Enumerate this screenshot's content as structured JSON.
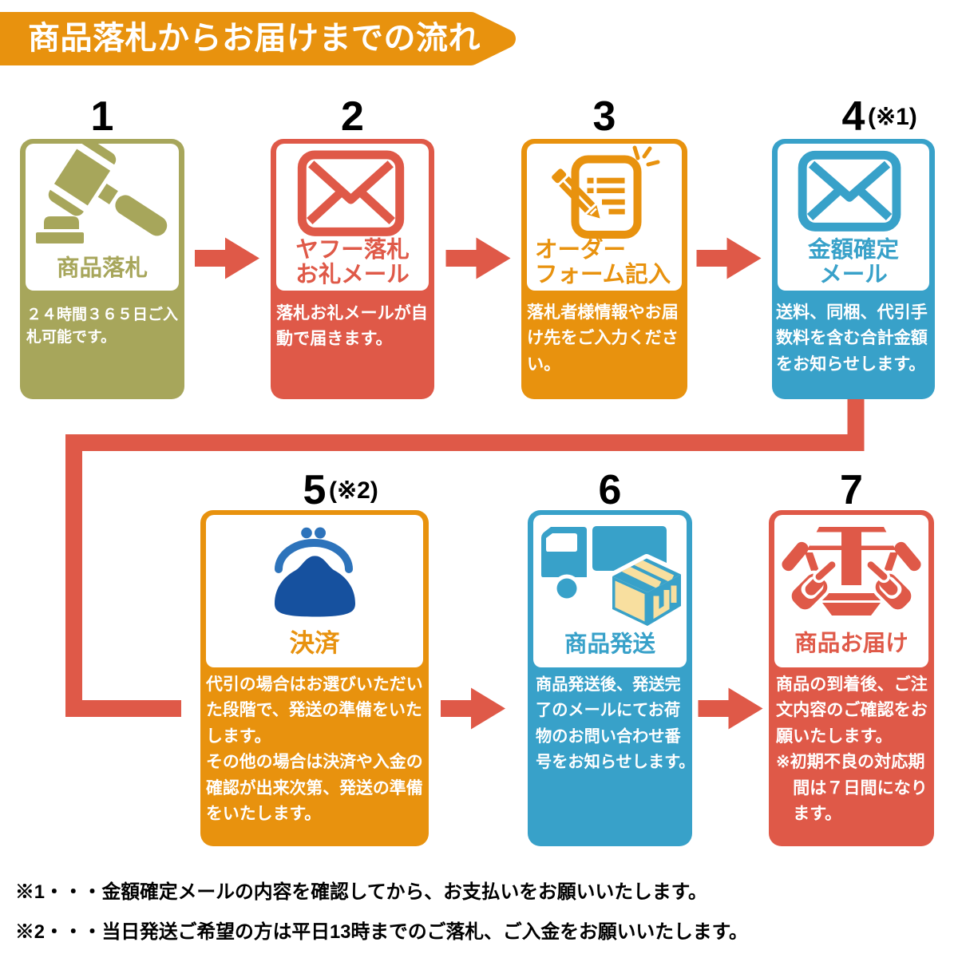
{
  "banner": {
    "title": "商品落札からお届けまでの流れ"
  },
  "palette": {
    "olive": "#A7A65B",
    "red": "#DF5948",
    "orange": "#E8920E",
    "blue": "#38A1C9",
    "purse_body": "#16519F",
    "purse_frame": "#2D73BB",
    "cream": "#F8DF9F",
    "black": "#000000",
    "white": "#FFFFFF"
  },
  "steps": [
    {
      "number": "1",
      "note": "",
      "color": "#A7A65B",
      "icon": "gavel-icon",
      "title": "商品落札",
      "desc": "２４時間３６５日ご入\n札可能です。"
    },
    {
      "number": "2",
      "note": "",
      "color": "#DF5948",
      "icon": "mail-icon",
      "title": "ヤフー落札\nお礼メール",
      "desc": "落札お礼メールが自\n動で届きます。"
    },
    {
      "number": "3",
      "note": "",
      "color": "#E8920E",
      "icon": "form-pencil-icon",
      "title": "オーダー\nフォーム記入",
      "desc": "落札者様情報やお届\nけ先をご入力くださ\nい。"
    },
    {
      "number": "4",
      "note": "(※1)",
      "color": "#38A1C9",
      "icon": "mail-icon",
      "title": "金額確定\nメール",
      "desc": "送料、同梱、代引手\n数料を含む合計金額\nをお知らせします。"
    },
    {
      "number": "5",
      "note": "(※2)",
      "color": "#E8920E",
      "icon": "purse-icon",
      "title": "決済",
      "desc": "代引の場合はお選びいただい\nた段階で、発送の準備をいた\nします。\nその他の場合は決済や入金の\n確認が出来次第、発送の準備\nをいたします。"
    },
    {
      "number": "6",
      "note": "",
      "color": "#38A1C9",
      "icon": "truck-box-icon",
      "title": "商品発送",
      "desc": "商品発送後、発送完\n了のメールにてお荷\n物のお問い合わせ番\n号をお知らせします。"
    },
    {
      "number": "7",
      "note": "",
      "color": "#DF5948",
      "icon": "hands-package-icon",
      "title": "商品お届け",
      "desc": "商品の到着後、ご注\n文内容のご確認をお\n願いたします。\n※初期不良の対応期\n　間は７日間になり\n　ます。"
    }
  ],
  "footnotes": [
    {
      "marker": "※1",
      "dots": "・・・",
      "text": "金額確定メールの内容を確認してから、お支払いをお願いいたします。"
    },
    {
      "marker": "※2",
      "dots": "・・・",
      "text": "当日発送ご希望の方は平日13時までのご落札、ご入金をお願いいたします。"
    }
  ]
}
